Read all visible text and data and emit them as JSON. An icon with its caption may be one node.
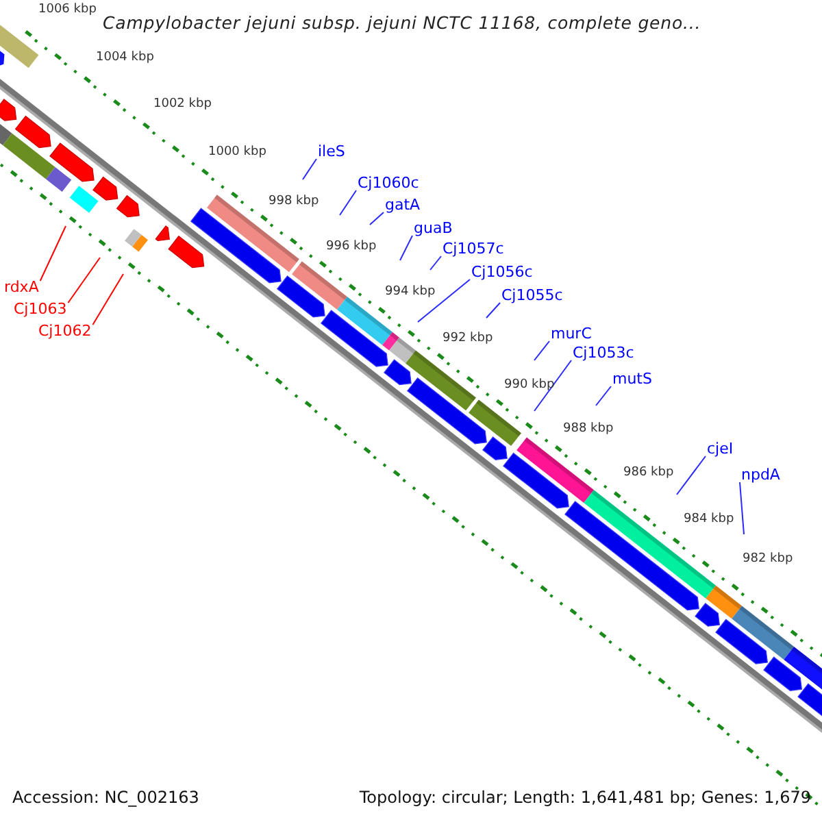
{
  "diagram": {
    "title": "Campylobacter jejuni subsp. jejuni NCTC 11168, complete geno...",
    "nodes": [
      {
        "text": [
          "ileS"
        ]
      },
      {
        "text": [
          "Cj1060c"
        ]
      },
      {
        "text": [
          "gatA"
        ]
      },
      {
        "text": [
          "guaB"
        ]
      },
      {
        "text": [
          "Cj1057c"
        ]
      },
      {
        "text": [
          "Cj1056c"
        ]
      },
      {
        "text": [
          "rdxA"
        ]
      },
      {
        "text": [
          "Cj1055c"
        ]
      },
      {
        "text": [
          "Cj1063"
        ]
      },
      {
        "text": [
          "Cj1062"
        ]
      },
      {
        "text": [
          "murC"
        ]
      },
      {
        "text": [
          "Cj1053c"
        ]
      },
      {
        "text": [
          "mutS"
        ]
      },
      {
        "text": [
          "cjeI"
        ]
      },
      {
        "text": [
          "npdA"
        ]
      }
    ],
    "edges": [
      {
        "from": 0,
        "to": null,
        "arrow": "none"
      },
      {
        "from": 1,
        "to": null,
        "arrow": "none"
      },
      {
        "from": 2,
        "to": null,
        "arrow": "none"
      },
      {
        "from": 3,
        "to": null,
        "arrow": "none"
      },
      {
        "from": 4,
        "to": null,
        "arrow": "none"
      },
      {
        "from": 5,
        "to": null,
        "arrow": "none"
      },
      {
        "from": 6,
        "to": null,
        "arrow": "none",
        "color": "#ff0000"
      },
      {
        "from": 7,
        "to": null,
        "arrow": "none"
      },
      {
        "from": 8,
        "to": null,
        "arrow": "none",
        "color": "#ff0000"
      },
      {
        "from": 9,
        "to": null,
        "arrow": "none",
        "color": "#ff0000"
      },
      {
        "from": 10,
        "to": null,
        "arrow": "none"
      },
      {
        "from": 11,
        "to": null,
        "arrow": "none"
      },
      {
        "from": 12,
        "to": null,
        "arrow": "none"
      },
      {
        "from": 13,
        "to": null,
        "arrow": "none"
      },
      {
        "from": 14,
        "to": null,
        "arrow": "none"
      }
    ],
    "labels": [
      "1006 kbp",
      "1004 kbp",
      "1002 kbp",
      "1000 kbp",
      "998 kbp",
      "996 kbp",
      "994 kbp",
      "992 kbp",
      "990 kbp",
      "988 kbp",
      "986 kbp",
      "984 kbp",
      "982 kbp",
      "Accession: NC_002163",
      "Topology: circular; Length: 1,641,481 bp; Genes: 1,679"
    ]
  }
}
